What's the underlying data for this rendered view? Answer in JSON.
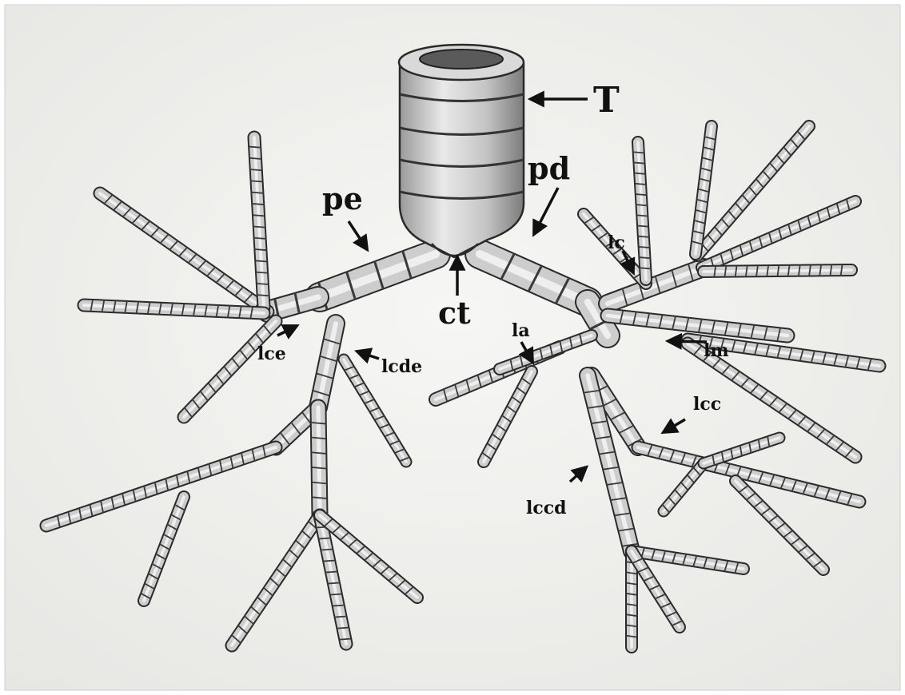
{
  "figure": {
    "labels": {
      "T": "T",
      "pd": "pd",
      "pe": "pe",
      "ct": "ct",
      "lc": "lc",
      "la": "la",
      "lm": "lm",
      "lce": "lce",
      "lcde": "lcde",
      "lcc": "lcc",
      "lccd": "lccd"
    },
    "colors": {
      "paper": "#f1f1ef",
      "tube_fill": "#cfcfcf",
      "tube_shadow": "#8a8a8a",
      "ink": "#1a1a1a"
    }
  }
}
